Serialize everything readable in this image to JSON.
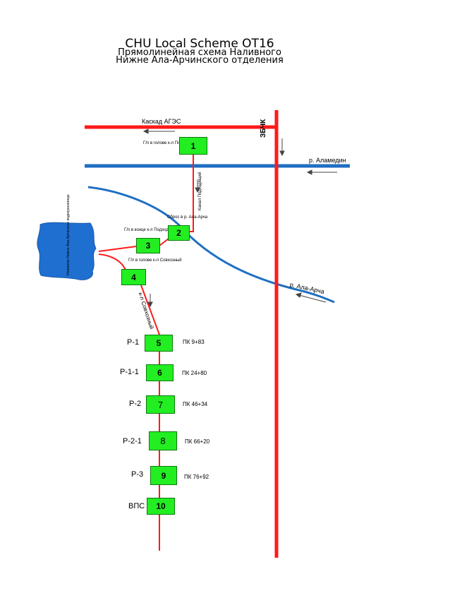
{
  "title": {
    "line1": "CHU Local Scheme OT16",
    "line2": "Прямолинейная схема Наливного",
    "line3": "Нижне Ала-Арчинского отделения"
  },
  "labels": {
    "kaskad": "Каскад АГЭС",
    "zbchk": "ЗБЧК",
    "alamedin": "р. Аламедин",
    "alaarcha": "р. Ала-Арча",
    "kanal_podhod": "Канал Подходящий",
    "kanal_sovhoz": "к-л Совхозный",
    "gp_golova_podhod": "Г/п в голове к-л Подходящий",
    "sbros": "Сброс в р. Ала-Арча",
    "gp_konec_podhod": "Г/п в конце к-л Подходящий",
    "gp_golova_sovhoz": "Г/п в голове к-л Совхозный",
    "reservoir": "Наливное Нижне Ала-Арчинское водохранилище"
  },
  "nodes": [
    {
      "num": "1"
    },
    {
      "num": "2"
    },
    {
      "num": "3"
    },
    {
      "num": "4"
    },
    {
      "num": "5",
      "name": "Р-1",
      "pk": "ПК 9+83"
    },
    {
      "num": "6",
      "name": "Р-1-1",
      "pk": "ПК 24+80"
    },
    {
      "num": "7",
      "name": "Р-2",
      "pk": "ПК 46+34"
    },
    {
      "num": "8",
      "name": "Р-2-1",
      "pk": "ПК 66+20"
    },
    {
      "num": "9",
      "name": "Р-3",
      "pk": "ПК 76+92"
    },
    {
      "num": "10",
      "name": "ВПС"
    }
  ],
  "colors": {
    "canal": "#ff1a1a",
    "river": "#1f6fc4",
    "node": "#22ee22",
    "reservoir": "#1e6fd0"
  }
}
